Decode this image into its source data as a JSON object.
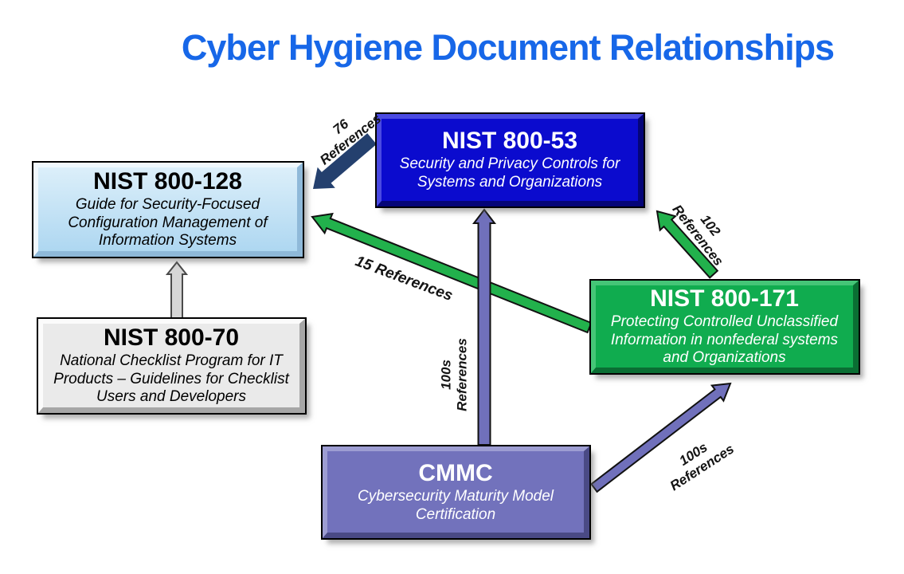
{
  "page": {
    "title": "Cyber Hygiene Document Relationships",
    "title_color": "#1767E8",
    "background": "#FFFFFF"
  },
  "boxes": {
    "nist_800_53": {
      "title": "NIST 800-53",
      "subtitle": "Security and Privacy Controls for Systems and Organizations",
      "fill": "#0B0BCE",
      "text_color": "#FFFFFF"
    },
    "nist_800_128": {
      "title": "NIST 800-128",
      "subtitle": "Guide for Security-Focused Configuration Management of Information Systems",
      "fill": "#C7E3F6",
      "text_color": "#000000"
    },
    "nist_800_70": {
      "title": "NIST 800-70",
      "subtitle": "National Checklist Program for IT Products – Guidelines for Checklist Users and Developers",
      "fill": "#EAEAEA",
      "text_color": "#000000"
    },
    "nist_800_171": {
      "title": "NIST 800-171",
      "subtitle": "Protecting Controlled Unclassified Information in nonfederal systems and Organizations",
      "fill": "#10AC4F",
      "text_color": "#FFFFFF"
    },
    "cmmc": {
      "title": "CMMC",
      "subtitle": "Cybersecurity Maturity Model Certification",
      "fill": "#7272BC",
      "text_color": "#FFFFFF"
    }
  },
  "arrow_labels": {
    "ref_76": {
      "line1": "76",
      "line2": "References"
    },
    "ref_102": {
      "line1": "102",
      "line2": "References"
    },
    "ref_15": {
      "line1": "15 References"
    },
    "ref_100s_53": {
      "line1": "100s",
      "line2": "References"
    },
    "ref_100s_171": {
      "line1": "100s",
      "line2": "References"
    }
  },
  "arrow_colors": {
    "navy": "#24406E",
    "green": "#22B14C",
    "purple": "#7070BB",
    "gray": "#D6D6D6"
  },
  "relationships": [
    {
      "from": "NIST 800-53",
      "to": "NIST 800-128",
      "label": "76 References"
    },
    {
      "from": "NIST 800-171",
      "to": "NIST 800-53",
      "label": "102 References"
    },
    {
      "from": "NIST 800-171",
      "to": "NIST 800-128",
      "label": "15 References"
    },
    {
      "from": "CMMC",
      "to": "NIST 800-53",
      "label": "100s References"
    },
    {
      "from": "CMMC",
      "to": "NIST 800-171",
      "label": "100s References"
    },
    {
      "from": "NIST 800-70",
      "to": "NIST 800-128",
      "label": ""
    }
  ]
}
